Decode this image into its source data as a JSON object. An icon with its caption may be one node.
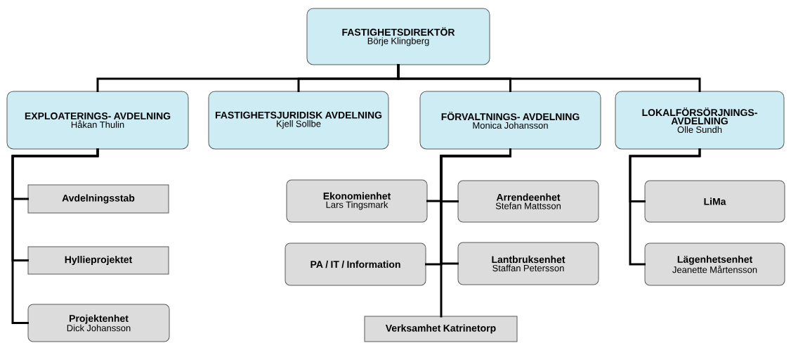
{
  "diagram": {
    "nodes": [
      {
        "text": [
          "FASTIGHETSDIREKTÖR",
          "Börje Klingberg"
        ]
      },
      {
        "text": [
          "EXPLOATERINGS- AVDELNING",
          "Håkan Thulin"
        ]
      },
      {
        "text": [
          "FASTIGHETSJURIDISK AVDELNING",
          "Kjell Sollbe"
        ]
      },
      {
        "text": [
          "FÖRVALTNINGS- AVDELNING",
          "Monica Johansson"
        ]
      },
      {
        "text": [
          "LOKALFÖRSÖRJNINGS- AVDELNING",
          "Olle Sundh"
        ]
      },
      {
        "text": [
          "Avdelningsstab"
        ]
      },
      {
        "text": [
          "Hyllieprojektet"
        ]
      },
      {
        "text": [
          "Projektenhet",
          "Dick Johansson"
        ]
      },
      {
        "text": [
          "Ekonomienhet",
          "Lars Tingsmark"
        ]
      },
      {
        "text": [
          "Arrendeenhet",
          "Stefan Mattsson"
        ]
      },
      {
        "text": [
          "PA / IT / Information"
        ]
      },
      {
        "text": [
          "Lantbruksenhet",
          "Staffan Petersson"
        ]
      },
      {
        "text": [
          "Verksamhet Katrinetorp"
        ]
      },
      {
        "text": [
          "LiMa"
        ]
      },
      {
        "text": [
          "Lägenhetsenhet",
          "Jeanette Mårtensson"
        ]
      }
    ],
    "edges": [
      {
        "from": 0,
        "to": 1,
        "arrow": "none"
      },
      {
        "from": 0,
        "to": 2,
        "arrow": "none"
      },
      {
        "from": 0,
        "to": 3,
        "arrow": "none"
      },
      {
        "from": 0,
        "to": 4,
        "arrow": "none"
      },
      {
        "from": 1,
        "to": 5,
        "arrow": "none"
      },
      {
        "from": 1,
        "to": 6,
        "arrow": "none"
      },
      {
        "from": 1,
        "to": 7,
        "arrow": "none"
      },
      {
        "from": 3,
        "to": 8,
        "arrow": "none"
      },
      {
        "from": 3,
        "to": 9,
        "arrow": "none"
      },
      {
        "from": 3,
        "to": 10,
        "arrow": "none"
      },
      {
        "from": 3,
        "to": 11,
        "arrow": "none"
      },
      {
        "from": 3,
        "to": 12,
        "arrow": "none"
      },
      {
        "from": 4,
        "to": 13,
        "arrow": "none"
      },
      {
        "from": 4,
        "to": 14,
        "arrow": "none"
      }
    ]
  }
}
